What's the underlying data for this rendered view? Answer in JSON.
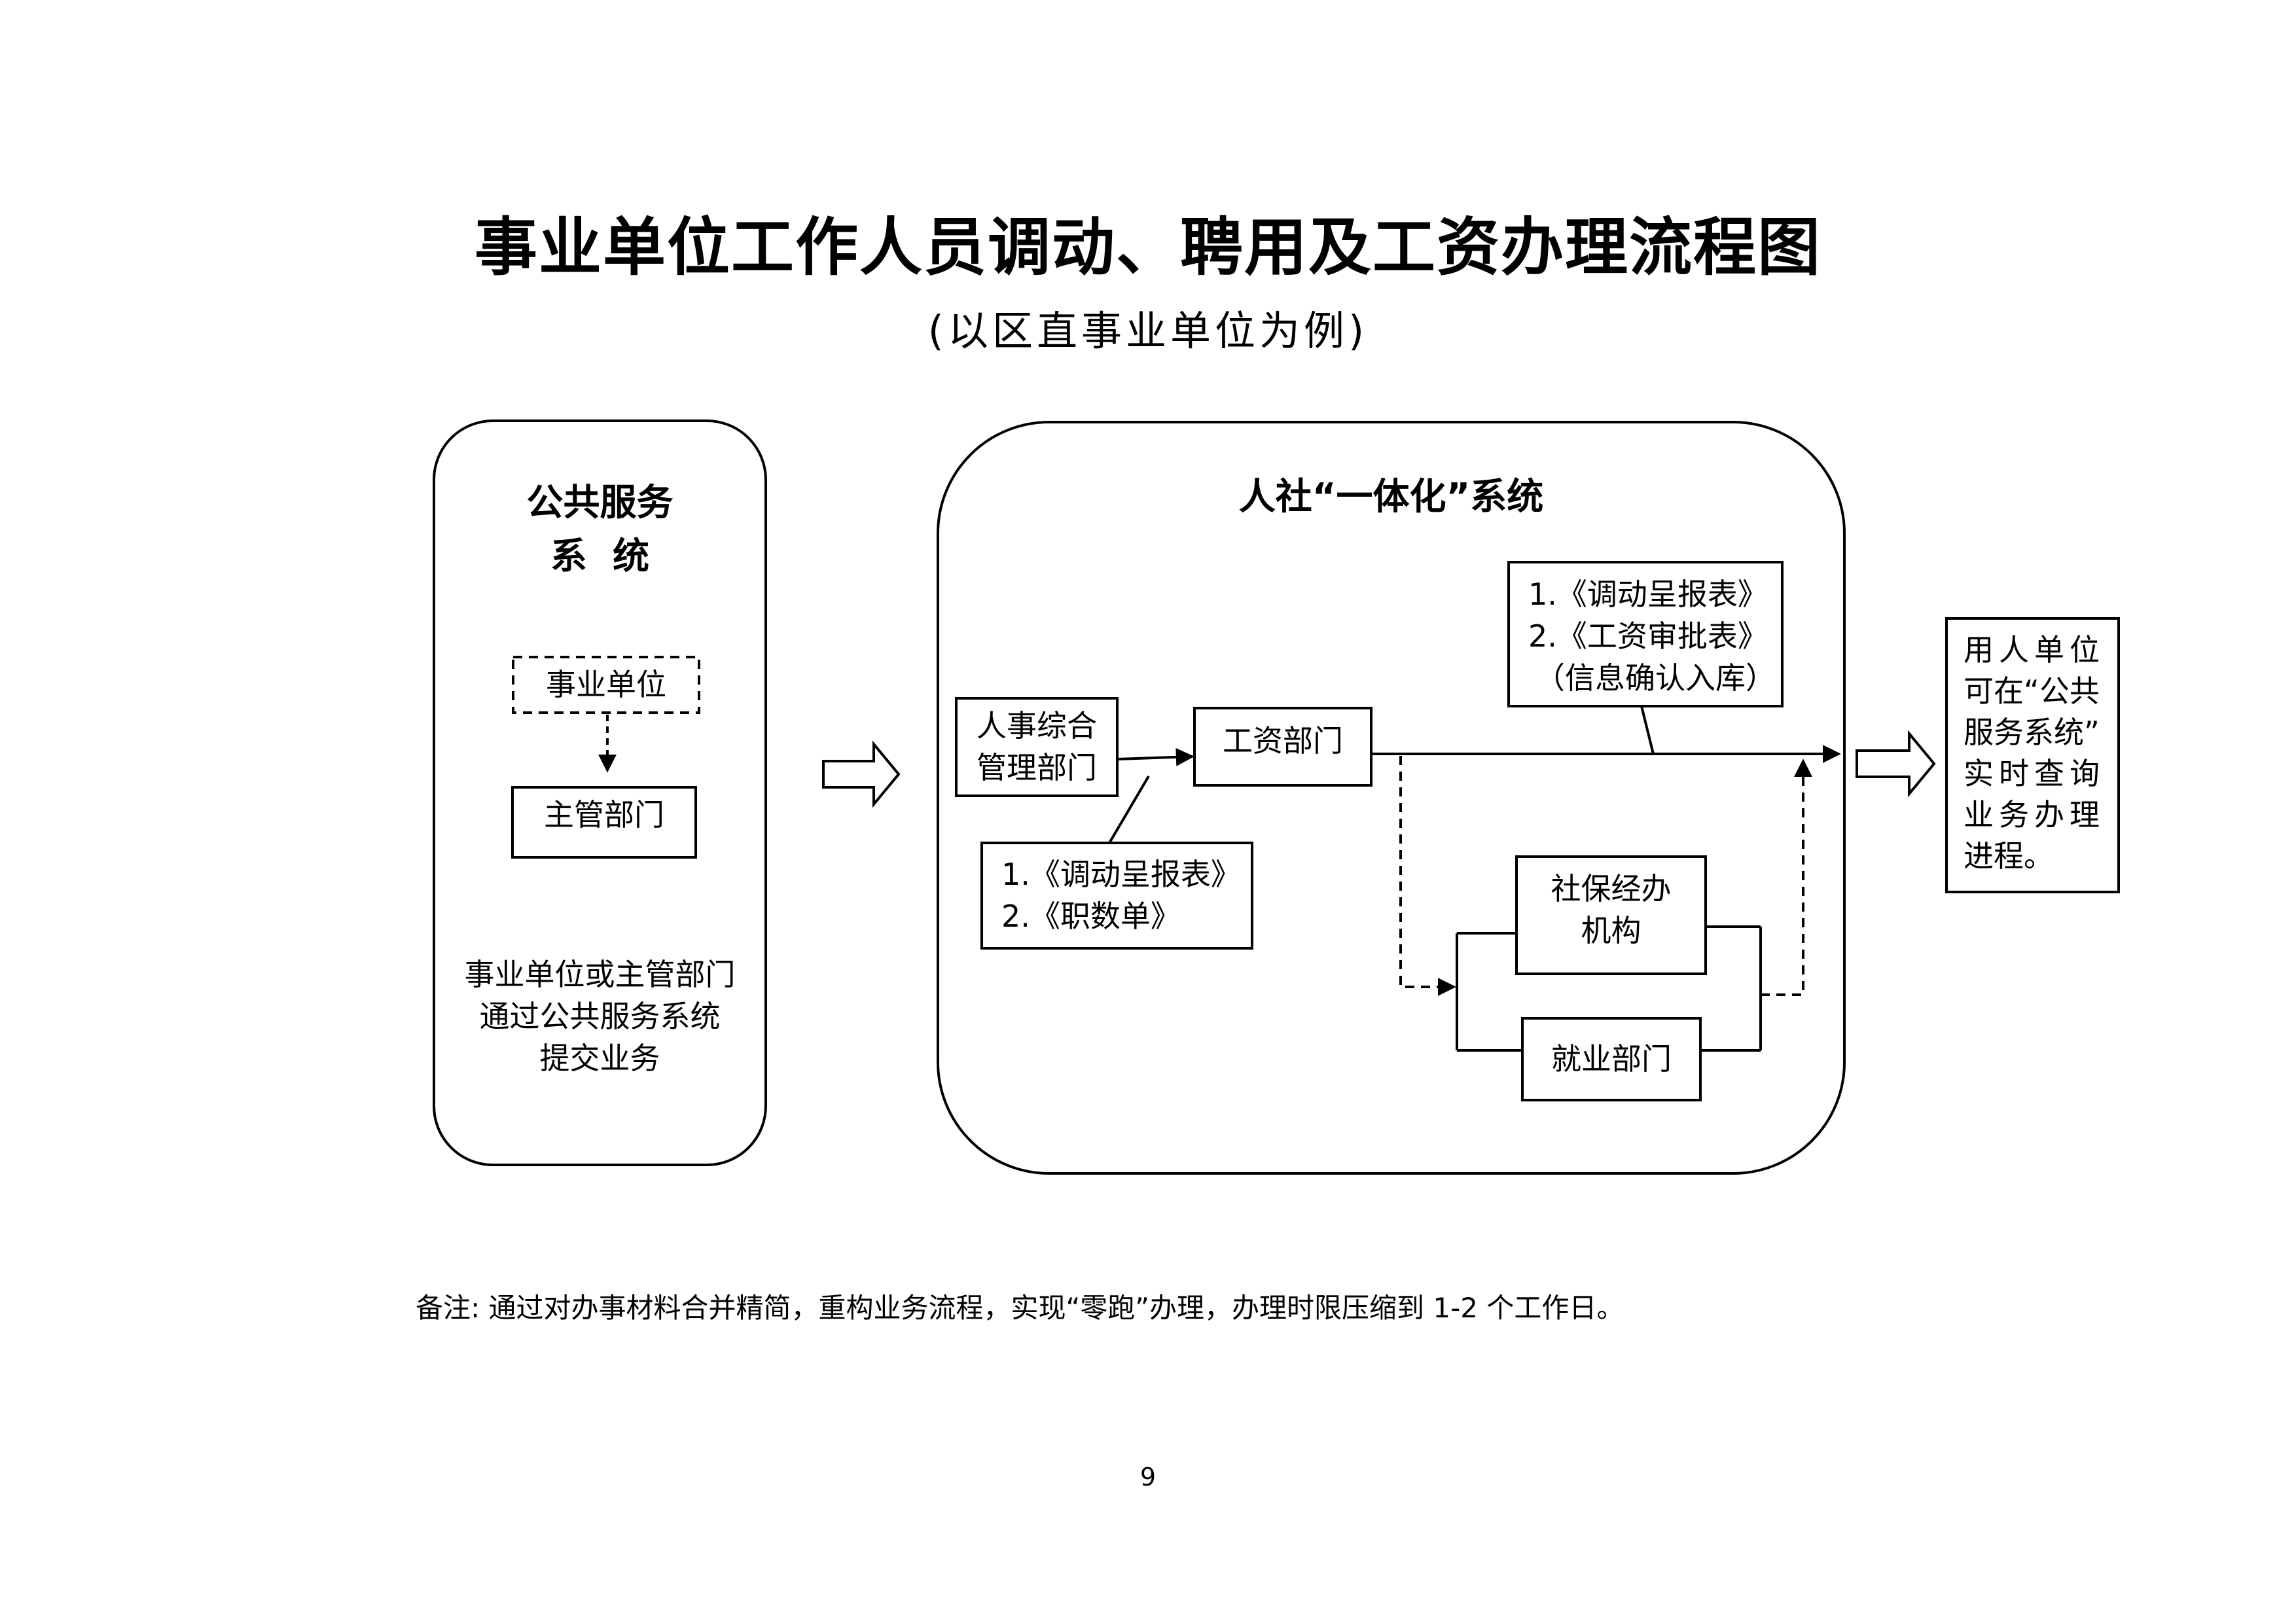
{
  "title": "事业单位工作人员调动、聘用及工资办理流程图",
  "subtitle": "(以区直事业单位为例)",
  "public_system": {
    "title_line1": "公共服务",
    "title_line2": "系  统",
    "unit_box": "事业单位",
    "dept_box": "主管部门",
    "desc": [
      "事业单位或主管部门",
      "通过公共服务系统",
      "提交业务"
    ]
  },
  "hr_system": {
    "title": "人社“一体化”系统",
    "hr_dept": [
      "人事综合",
      "管理部门"
    ],
    "hr_docs": [
      "1.《调动呈报表》",
      "2.《职数单》"
    ],
    "wage_dept": "工资部门",
    "wage_docs": [
      "1.《调动呈报表》",
      "2.《工资审批表》",
      "（信息确认入库）"
    ],
    "social_security": [
      "社保经办",
      "机构"
    ],
    "employment": "就业部门"
  },
  "employer_box": [
    "用人单位",
    "可在“公共",
    "服务系统”",
    "实时查询",
    "业务办理",
    "进程。"
  ],
  "note": "备注: 通过对办事材料合并精简，重构业务流程，实现“零跑”办理，办理时限压缩到 1-2 个工作日。",
  "page_number": "9"
}
